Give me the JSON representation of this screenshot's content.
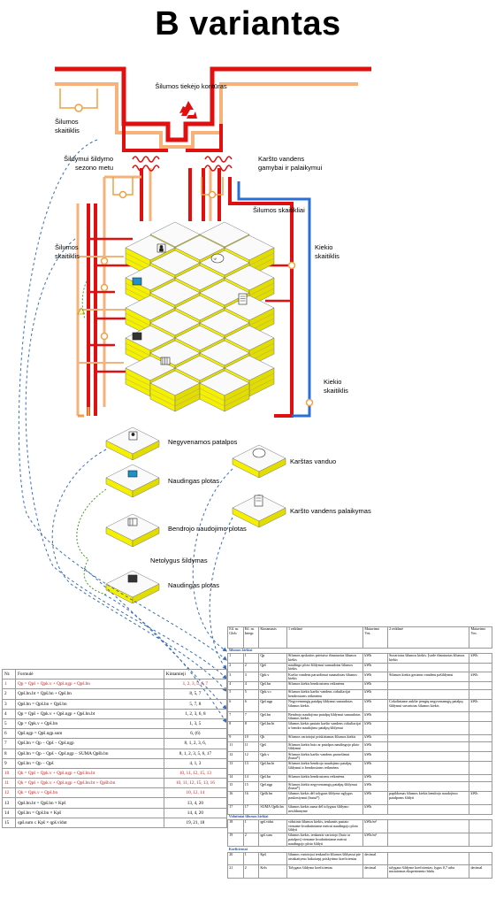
{
  "title": "B variantas",
  "labels": {
    "loop": "Šilumos tiekėjo kontūras",
    "meter_left_top": [
      "Šilumos",
      "skaitiklis"
    ],
    "heating_season": [
      "Šildymui šildymo",
      "sezono metu"
    ],
    "hot_water_supply": [
      "Karšto vandens",
      "gamybai ir palaikymui"
    ],
    "heat_meters": "Šilumos skaitikliai",
    "meter_left_mid": [
      "Šilumos",
      "skaitiklis"
    ],
    "quantity_meter_1": [
      "Kiekio",
      "skaitiklis"
    ],
    "quantity_meter_2": [
      "Kiekio",
      "skaitiklis"
    ]
  },
  "legend": {
    "non_residential": "Negyvenamos patalpos",
    "useful_area_1": "Naudingas plotas",
    "common_area": "Bendrojo naudojimo plotas",
    "uneven_heating": "Netolygus šildymas",
    "useful_area_2": "Naudingas plotas",
    "hot_water": "Karštas vanduo",
    "hot_water_maintenance": "Karšto vandens palaikymas"
  },
  "formula_table": {
    "headers": [
      "Nr.",
      "Formulė",
      "Kintamieji"
    ],
    "rows": [
      {
        "nr": "1",
        "formula": "Qp = Qpš + Qpk.v + Qpš.ngp + Qpš.bn",
        "vars": "1, 2, 3, 5, 6, 7",
        "red": true
      },
      {
        "nr": "2",
        "formula": "Qpš.bn.bt = Qpš.bn + Qpš.bn",
        "vars": "8, 5, 7",
        "red": false
      },
      {
        "nr": "3",
        "formula": "Qpš.bn = Qpš.bn + Qpš.bn",
        "vars": "5, 7, 8",
        "red": false
      },
      {
        "nr": "4",
        "formula": "Qp = Qpš + Qpk.v + Qpš.ngp + Qpš.bn.bt",
        "vars": "1, 2, 3, 6, 8",
        "red": false
      },
      {
        "nr": "5",
        "formula": "Qp = Qpk.v + Qpš.bn",
        "vars": "1, 3, 5",
        "red": false
      },
      {
        "nr": "6",
        "formula": "Qpš.ngp = Qpš.ngp.sum",
        "vars": "6, (6)",
        "red": false
      },
      {
        "nr": "7",
        "formula": "Qpš.bn = Qp − Qpš − Qpš.ngp",
        "vars": "8, 1, 2, 3, 6,",
        "red": false
      },
      {
        "nr": "8",
        "formula": "Qpš.bn = Qp − Qpš − Qpš.ngp − SUMA Qpšb.bn",
        "vars": "8, 1, 2, 3, 5, 6, 17",
        "red": false
      },
      {
        "nr": "9",
        "formula": "Qpš.bn = Qp − Qpš",
        "vars": "4, 1, 3",
        "red": false
      },
      {
        "nr": "10",
        "formula": "Qk = Qpš + Qpk.v + Qpš.ngp + Qpš.bn.bt",
        "vars": "10, 11, 12, 15, 13",
        "red": true
      },
      {
        "nr": "11",
        "formula": "Qk = Qpš + Qpk.v + Qpš.ngp + Qpš.bn.bt + Qpšb.bn",
        "vars": "10, 11, 12, 15, 13, 16",
        "red": true
      },
      {
        "nr": "12",
        "formula": "Qk = Qpk.v + Qpš.bn",
        "vars": "10, 12, 14",
        "red": true
      },
      {
        "nr": "13",
        "formula": "Qpš.bn.bt = Qpš.bn × Kpš",
        "vars": "13, 4, 20",
        "red": false
      },
      {
        "nr": "14",
        "formula": "Qpš.bn = Qpš.bn × Kpš",
        "vars": "14, 4, 20",
        "red": false
      },
      {
        "nr": "15",
        "formula": "qpš.sum ≤ Kpš × qpš.vidut",
        "vars": "19, 21, 18",
        "red": false
      }
    ]
  },
  "indicator_table": {
    "headers": [
      "Eil. nr. Glob.",
      "Eil. nr. Integr.",
      "Kintamasis",
      "1 reikšmė",
      "Matavimo Vnt.",
      "2 reikšmė",
      "Matavimo Vnt."
    ],
    "section1": "Šilumos kiekiai",
    "rows1": [
      [
        "1",
        "1",
        "Qp",
        "Šilumos apskaitos prietaiso išmatuotas šilumos kiekis",
        "kWh",
        "Suvartotas šilumos kiekis. Įvade išmatuotas šilumos kiekis",
        "kWh"
      ],
      [
        "2",
        "2",
        "Qpš",
        "naudingo ploto šildymui sunaudotas šilumos kiekis",
        "kWh",
        "",
        ""
      ],
      [
        "3",
        "3",
        "Qpk.v",
        "Karšto vandens paruošimui sunaudotas šilumos kiekis",
        "kWh",
        "Šilumos kiekis geriamo vandens pašildymui",
        "kWh"
      ],
      [
        "4",
        "4",
        "Qpš.bn",
        "Šilumos kiekis bendrosioms reikmėms",
        "kWh",
        "",
        ""
      ],
      [
        "5",
        "5",
        "Qpk.v.c",
        "Šilumos kiekis karšto vandens cirkuliacijai bendrosioms reikmėms",
        "kWh",
        "",
        ""
      ],
      [
        "6",
        "6",
        "Qpš.ngp",
        "Negyvenamųjų patalpų šildymui sunaudotas šilumos kiekis",
        "kWh",
        "Cokoliniame aukšte įrengtų negyvenamųjų patalpų šildymui suvartotas šilumos kiekis",
        "kWh"
      ],
      [
        "7",
        "7",
        "Qpš.bn",
        "Bendrojo naudojimo patalpų šildymui sunaudotas šilumos kiekis",
        "kWh",
        "",
        ""
      ],
      [
        "8",
        "8",
        "Qpš.bn.bt",
        "šilumos kiekis pastato karšto vandens cirkuliacijai ir bendro naudojimo patalpų šildymui",
        "kWh",
        "",
        ""
      ],
      [
        "9",
        "10",
        "Qk",
        "Šilumos vartotojui priskiriamas šilumos kiekis",
        "kWh",
        "",
        ""
      ],
      [
        "11",
        "11",
        "Qpš",
        "Šilumos kiekis buto ar patalpos naudingojo ploto šildymui",
        "kWh",
        "",
        ""
      ],
      [
        "12",
        "12",
        "Qpk.v",
        "Šilumos kiekis karšto vandens paruošimui (butui*)",
        "kWh",
        "",
        ""
      ],
      [
        "13",
        "13",
        "Qpš.bn.bt",
        "Šilumos kiekis bendrojo naudojimo patalpų šildymui ir bendrosioms reikmėms",
        "kWh",
        "",
        ""
      ],
      [
        "14",
        "14",
        "Qpš.bn",
        "Šilumos kiekis bendrosioms reikmėms",
        "kWh",
        "",
        ""
      ],
      [
        "15",
        "15",
        "Qpš.ngp",
        "Šilumos kiekis negyvenamųjų patalpų šildymui (butui*)",
        "kWh",
        "",
        ""
      ],
      [
        "16",
        "16",
        "Qpšb.bn",
        "šilumos kiekis dėl tolygaus šildymo nglygus paskirstymui (butui*)",
        "kWh",
        "papildomas šilumos kiekis bendrojo naudojimo patalpoms šildyti",
        "kWh"
      ],
      [
        "17",
        "17",
        "SUMA Qpšb.bn",
        "šilumos kiekis suma dėl tolygaus šildymo nesildamyme",
        "kWh",
        "",
        ""
      ]
    ],
    "section2": "Vidutiniai šilumos kiekiai",
    "rows2": [
      [
        "18",
        "1",
        "qpš.vidut",
        "vidutinis šilumos kiekis, tenkantis pastato viename kvadratiniame metrui naudingojo ploto šildyti",
        "kWh/m²",
        "",
        ""
      ],
      [
        "19",
        "2",
        "qpš.sum",
        "šilumos kiekis, tenkantis vartotojo (buto ar patalpos) viename kvadratiniame metrui naudingojo ploto šildyti",
        "kWh/m²",
        "",
        ""
      ]
    ],
    "section3": "Koeficientai",
    "rows3": [
      [
        "20",
        "1",
        "Kpš",
        "šilumos vartotojui tenkančio šilumos šildymui pie atsiskaitymo laikotarpį priskyrimo koeficientas",
        "decimal",
        "",
        ""
      ],
      [
        "21",
        "2",
        "Kršs",
        "Tolygaus šildymo koeficientas",
        "decimal",
        "tolygaus šildymo koeficientas, lygus 0,7 arba nustatomas eksperimento būdu",
        "decimal"
      ]
    ]
  },
  "colors": {
    "supply_red": "#e01010",
    "return_pink": "#f5b27a",
    "meter_orange": "#f0a040",
    "cold_blue": "#2a6fd4",
    "cube_yellow": "#f5f000",
    "dashed_link": "#3a6db5",
    "green_link": "#4a9a2a"
  },
  "icons": [
    "recycle-icon",
    "radiator-icon",
    "person-icon",
    "shower-icon",
    "clipboard-icon",
    "tv-icon",
    "monitor-icon",
    "warning-triangle-icon"
  ]
}
